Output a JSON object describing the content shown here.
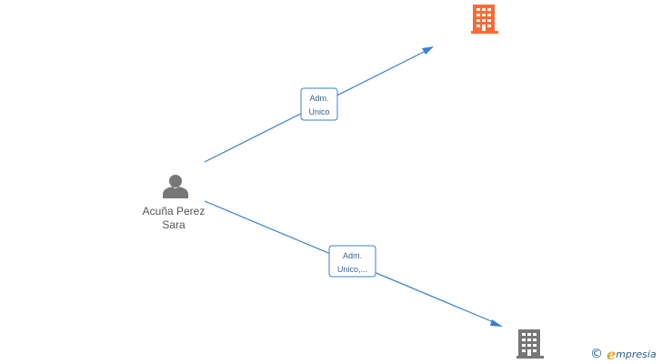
{
  "person": {
    "name_line1": "Acuña Perez",
    "name_line2": "Sara",
    "icon": "person-icon"
  },
  "companies": [
    {
      "icon": "building-icon",
      "color": "#ff6a33",
      "highlighted": true
    },
    {
      "icon": "building-icon",
      "color": "#777777",
      "highlighted": false
    }
  ],
  "edges": [
    {
      "line1": "Adm.",
      "line2": "Unico",
      "to": 0
    },
    {
      "line1": "Adm.",
      "line2": "Unico,...",
      "to": 1
    }
  ],
  "colors": {
    "edge": "#3a7fd5",
    "person": "#777777"
  },
  "brand": {
    "copyright": "©",
    "e": "e",
    "rest": "mpresia"
  }
}
